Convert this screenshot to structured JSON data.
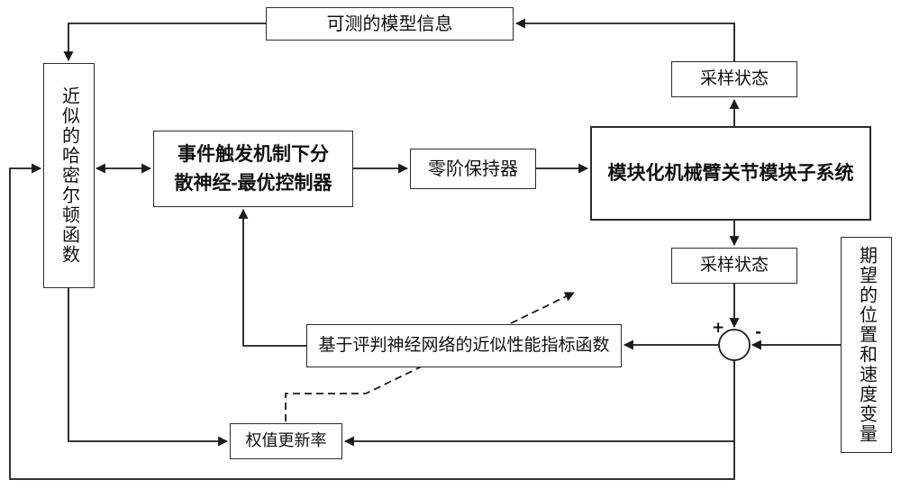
{
  "diagram": {
    "model_info": {
      "label": "可测的模型信息"
    },
    "hamiltonian": {
      "label": "近似的哈密尔顿函数"
    },
    "controller": {
      "line1": "事件触发机制下分",
      "line2": "散神经-最优控制器"
    },
    "zoh": {
      "label": "零阶保持器"
    },
    "subsystem": {
      "label": "模块化机械臂关节模块子系统"
    },
    "sample_state_top": {
      "label": "采样状态"
    },
    "sample_state_bottom": {
      "label": "采样状态"
    },
    "critic": {
      "label": "基于评判神经网络的近似性能指标函数"
    },
    "weight_update": {
      "label": "权值更新率"
    },
    "desired": {
      "label": "期望的位置和速度变量"
    },
    "sum": {
      "plus": "+",
      "minus": "-"
    },
    "colors": {
      "line": "#1a1a1a",
      "box_border": "#2b2b2b",
      "background": "#ffffff"
    }
  }
}
